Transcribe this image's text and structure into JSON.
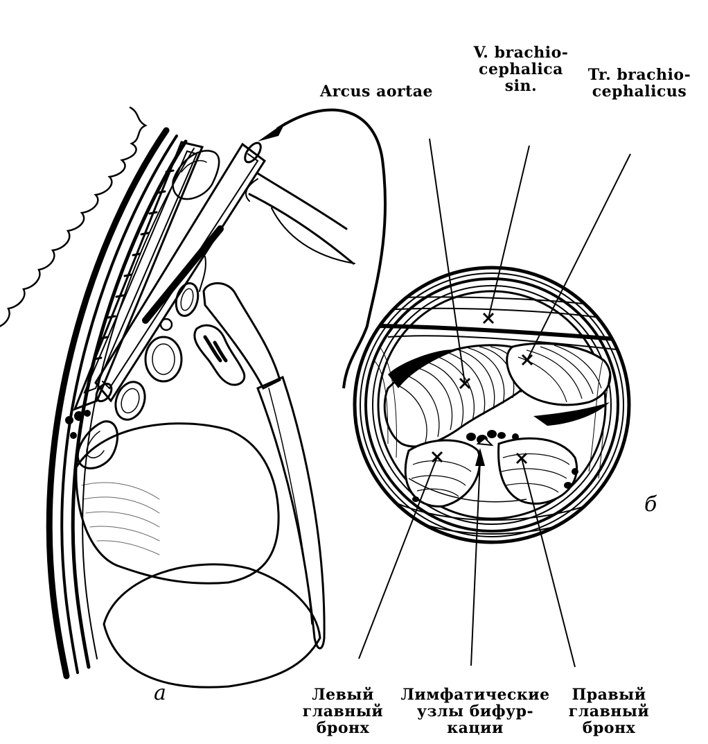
{
  "labels": {
    "arcus_aortae": "Arcus aortae",
    "v_brachiocephalica": [
      "V. brachio-",
      "cephalica",
      "sin."
    ],
    "tr_brachiocephalicus": [
      "Tr. brachio-",
      "cephalicus"
    ],
    "left_bronchus": [
      "Левый",
      "главный",
      "бронх"
    ],
    "lymph_nodes": [
      "Лимфатические",
      "узлы бифур-",
      "кации"
    ],
    "right_bronchus": [
      "Правый",
      "главный",
      "бронх"
    ]
  },
  "panel_letters": {
    "a": "а",
    "b": "б"
  },
  "colors": {
    "ink": "#000000",
    "paper": "#ffffff"
  }
}
